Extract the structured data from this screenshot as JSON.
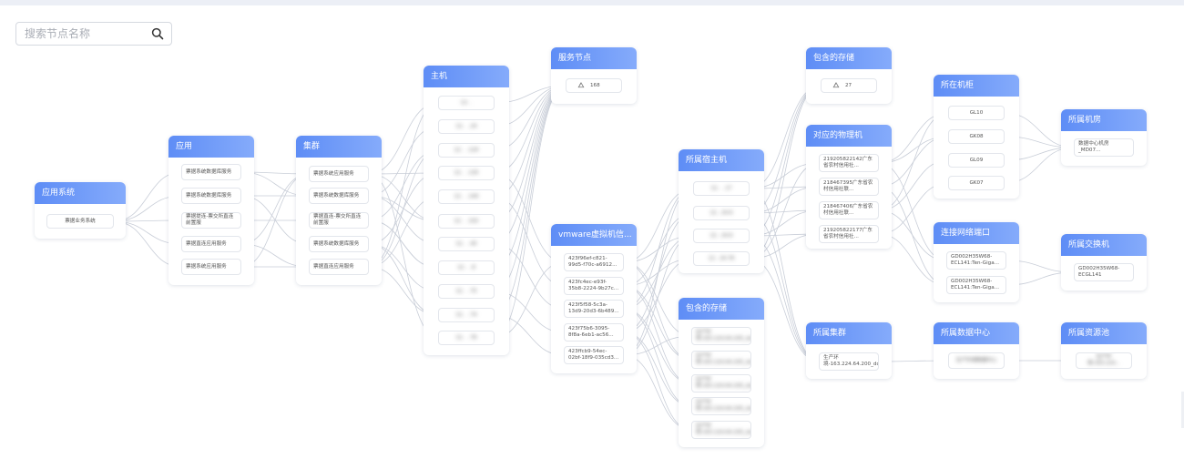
{
  "search": {
    "placeholder": "搜索节点名称",
    "icon": "search-icon"
  },
  "groups": {
    "app_system": {
      "title": "应用系统",
      "nodes": [
        "票据业务系统"
      ]
    },
    "app": {
      "title": "应用",
      "nodes": [
        "票据系统数据库服务",
        "票据系统数据库服务",
        "票据提连-票交所直连前置服",
        "票据直连应用服务",
        "票据系统应用服务"
      ]
    },
    "cluster": {
      "title": "集群",
      "nodes": [
        "票据系统应用服务",
        "票据系统数据库服务",
        "票据直连-票交所直连前置服",
        "票据系统数据库服务",
        "票据直连应用服务"
      ]
    },
    "host": {
      "title": "主机",
      "nodes": [
        "12.   .  ",
        "12.   .  .24",
        "12.   .  .120",
        "12.   .  .135",
        "12.   .  .140",
        "12.   . .102",
        "12.   .  .40",
        "12.   .  .8",
        "12.   .  .75",
        "12.   .  .74",
        "12.   .  .76"
      ]
    },
    "service_node": {
      "title": "服务节点",
      "nodes": [
        "168"
      ]
    },
    "vm": {
      "title": "vmware虚拟机信...",
      "nodes": [
        "423f96ef-c821-99d5-f70c-a6912...",
        "423fc4ec-e93f-35b8-2224-9b27c...",
        "423f5f58-5c3a-13d9-20d3-6b489...",
        "423f75b6-3095-8f8a-6eb1-ac56...",
        "423ffcb9-54ec-02bf-18f9-035cd3..."
      ]
    },
    "phys_host": {
      "title": "所属宿主机",
      "nodes": [
        "12.   .   .17",
        "12.   .24.6",
        "12.   .24.6",
        "12.   .24.78"
      ]
    },
    "storage_vm": {
      "title": "包含的存储",
      "nodes": [
        "生产环境-163.224.64.205_datastor...",
        "生产环境-163.224.64.205_datastor...",
        "生产环境-163.224.64.205_datastor...",
        "生产环境-163.224.64.205_datastor...",
        "生产环境-163.224.64.205_datastor..."
      ]
    },
    "storage_top": {
      "title": "包含的存储",
      "nodes": [
        "27"
      ]
    },
    "physical_machine": {
      "title": "对应的物理机",
      "nodes": [
        "219205822142广东省农村信用社...",
        "218467395广东省农村信用社联...",
        "218467406广东省农村信用社联...",
        "219205822177广东省农村信用社..."
      ]
    },
    "cluster2": {
      "title": "所属集群",
      "nodes": [
        "生产环境-163.224.64.200_domain..."
      ]
    },
    "cabinet": {
      "title": "所在机柜",
      "nodes": [
        "GL10",
        "GK08",
        "GL09",
        "GK07"
      ]
    },
    "network_port": {
      "title": "连接网络端口",
      "nodes": [
        "GD002H35W68-ECL141:Ten-Giga...",
        "GD002H35W68-ECL141:Ten-Giga..."
      ]
    },
    "datacenter": {
      "title": "所属数据中心",
      "nodes": [
        "生产环境数据中心"
      ]
    },
    "room": {
      "title": "所属机房",
      "nodes": [
        "数据中心机房_MD07..."
      ]
    },
    "switch": {
      "title": "所属交换机",
      "nodes": [
        "GD002H35W68-ECGL141"
      ]
    },
    "respool": {
      "title": "所属资源池",
      "nodes": [
        "生产环境-163.224..."
      ]
    }
  },
  "colors": {
    "header_start": "#5e8df6",
    "header_end": "#85abfb",
    "edge": "#c9ced8",
    "topbar": "#eceff6"
  }
}
